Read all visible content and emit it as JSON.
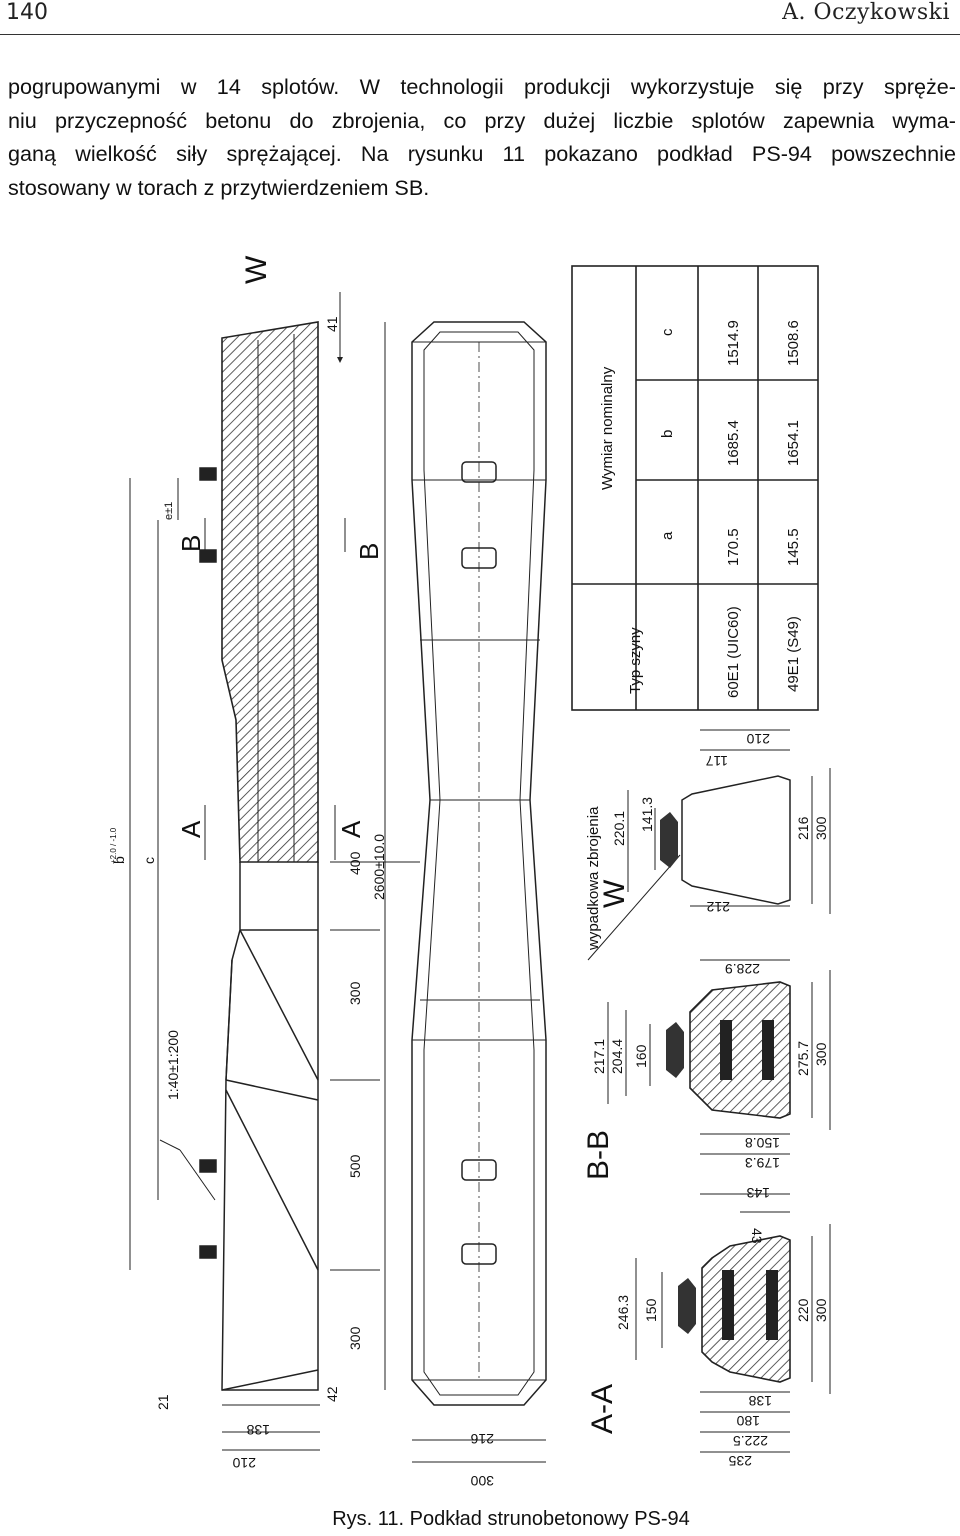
{
  "header": {
    "page_number": "140",
    "running_head": "A. Oczykowski"
  },
  "body": {
    "lines": [
      "pogrupowanymi w 14 splotów. W technologii produkcji wykorzystuje się przy spręże-",
      "niu przyczepność betonu do zbrojenia, co przy dużej liczbie splotów zapewnia wyma-",
      "ganą wielkość siły sprężającej. Na rysunku 11 pokazano podkład PS-94 powszechnie",
      "stosowany w torach z przytwierdzeniem SB."
    ]
  },
  "figure": {
    "caption": "Rys. 11. Podkład strunobetonowy PS-94",
    "section_labels": {
      "w": "W",
      "b": "B",
      "a": "A",
      "bb": "B-B",
      "aa": "A-A",
      "w_section": "W",
      "w_note": "wypadkowa zbrojenia"
    },
    "table": {
      "header_group": "Wymiar nominalny",
      "col_rail": "Typ szyny",
      "col_a": "a",
      "col_b": "b",
      "col_c": "c",
      "rows": [
        {
          "rail": "60E1 (UIC60)",
          "a": "170.5",
          "b": "1685.4",
          "c": "1514.9"
        },
        {
          "rail": "49E1 (S49)",
          "a": "145.5",
          "b": "1654.1",
          "c": "1508.6"
        }
      ]
    },
    "elevation_dims": {
      "top_end": "41",
      "bottom_end": "42",
      "left_end": "21",
      "total_length": "2600±10.0",
      "seg_400": "400",
      "seg_300a": "300",
      "seg_500": "500",
      "seg_300b": "300",
      "slope": "1:40±1:200",
      "b_dim": "b",
      "b_tol": "+2.0 / -1.0",
      "c_dim": "c",
      "e_dim": "e±1",
      "end_w_a": "138",
      "end_w_b": "210"
    },
    "plan_dims": {
      "w_a": "216",
      "w_b": "300"
    },
    "w_dims": {
      "top_a": "117",
      "top_b": "210",
      "h1": "220.1",
      "h2": "141.3",
      "bottom_a": "212",
      "bottom_b": "216",
      "bottom_c": "300"
    },
    "bb_dims": {
      "top": "228.9",
      "h1": "217.1",
      "h2": "204.4",
      "h3": "160",
      "bottom_a": "150.8",
      "bottom_b": "179.3",
      "bottom_c": "275.7",
      "bottom_d": "300"
    },
    "aa_dims": {
      "top_a": "143",
      "top_b": "43",
      "h1": "246.3",
      "h2": "150",
      "bottom_a": "138",
      "bottom_b": "180",
      "bottom_c": "222.5",
      "bottom_d": "235",
      "w_a": "220",
      "w_b": "300"
    }
  }
}
